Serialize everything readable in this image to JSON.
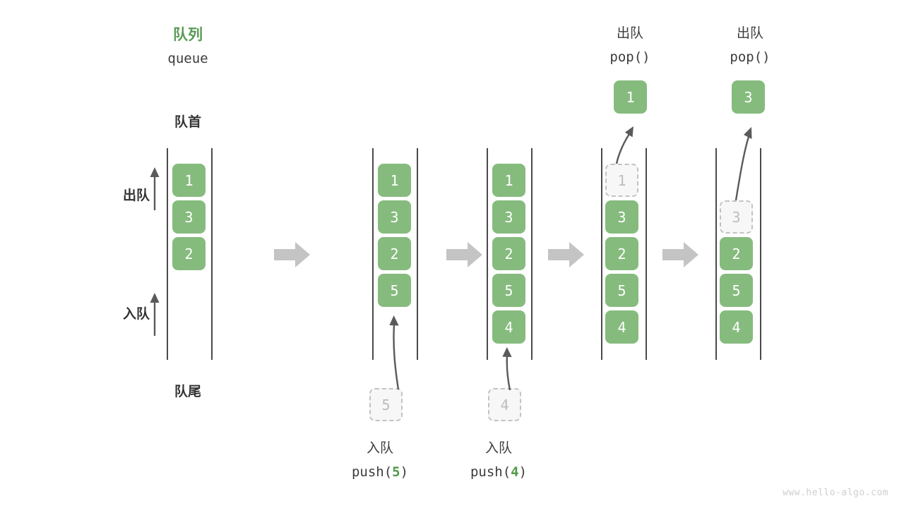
{
  "diagram": {
    "title_cn": "队列",
    "title_en": "queue",
    "head_label": "队首",
    "tail_label": "队尾",
    "dequeue_label": "出队",
    "enqueue_label": "入队",
    "watermark": "www.hello-algo.com",
    "colors": {
      "accent_green": "#5a9a55",
      "cell_green": "#86bb7e",
      "ghost_gray": "#bdbdbd",
      "rail": "#4a4a4a",
      "step_arrow": "#c4c4c4",
      "text": "#3c3c3c"
    }
  },
  "operations": {
    "push_cn": "入队",
    "pop_cn": "出队",
    "push5_code_pre": "push(",
    "push5_code_num": "5",
    "push5_code_post": ")",
    "push4_code_pre": "push(",
    "push4_code_num": "4",
    "push4_code_post": ")",
    "pop_code": "pop()"
  },
  "stages": [
    {
      "name": "initial",
      "caption_cn": "",
      "caption_code": "",
      "cells": [
        {
          "value": "1",
          "state": "filled"
        },
        {
          "value": "3",
          "state": "filled"
        },
        {
          "value": "2",
          "state": "filled"
        }
      ],
      "incoming": null,
      "outgoing": null
    },
    {
      "name": "after-push-5",
      "caption_cn": "入队",
      "caption_code": "push(5)",
      "cells": [
        {
          "value": "1",
          "state": "filled"
        },
        {
          "value": "3",
          "state": "filled"
        },
        {
          "value": "2",
          "state": "filled"
        },
        {
          "value": "5",
          "state": "filled"
        }
      ],
      "incoming": {
        "value": "5",
        "state": "ghost"
      },
      "outgoing": null
    },
    {
      "name": "after-push-4",
      "caption_cn": "入队",
      "caption_code": "push(4)",
      "cells": [
        {
          "value": "1",
          "state": "filled"
        },
        {
          "value": "3",
          "state": "filled"
        },
        {
          "value": "2",
          "state": "filled"
        },
        {
          "value": "5",
          "state": "filled"
        },
        {
          "value": "4",
          "state": "filled"
        }
      ],
      "incoming": {
        "value": "4",
        "state": "ghost"
      },
      "outgoing": null
    },
    {
      "name": "after-pop-1",
      "caption_cn": "出队",
      "caption_code": "pop()",
      "cells": [
        {
          "value": "1",
          "state": "ghost"
        },
        {
          "value": "3",
          "state": "filled"
        },
        {
          "value": "2",
          "state": "filled"
        },
        {
          "value": "5",
          "state": "filled"
        },
        {
          "value": "4",
          "state": "filled"
        }
      ],
      "incoming": null,
      "outgoing": {
        "value": "1",
        "state": "filled"
      }
    },
    {
      "name": "after-pop-3",
      "caption_cn": "出队",
      "caption_code": "pop()",
      "cells": [
        {
          "value": "3",
          "state": "ghost"
        },
        {
          "value": "2",
          "state": "filled"
        },
        {
          "value": "5",
          "state": "filled"
        },
        {
          "value": "4",
          "state": "filled"
        }
      ],
      "incoming": null,
      "outgoing": {
        "value": "3",
        "state": "filled"
      }
    }
  ],
  "values": {
    "s1c1": "1",
    "s1c2": "3",
    "s1c3": "2",
    "s2c1": "1",
    "s2c2": "3",
    "s2c3": "2",
    "s2c4": "5",
    "s2in": "5",
    "s3c1": "1",
    "s3c2": "3",
    "s3c3": "2",
    "s3c4": "5",
    "s3c5": "4",
    "s3in": "4",
    "s4c1": "1",
    "s4c2": "3",
    "s4c3": "2",
    "s4c4": "5",
    "s4c5": "4",
    "s4out": "1",
    "s5c1": "3",
    "s5c2": "2",
    "s5c3": "5",
    "s5c4": "4",
    "s5out": "3"
  }
}
